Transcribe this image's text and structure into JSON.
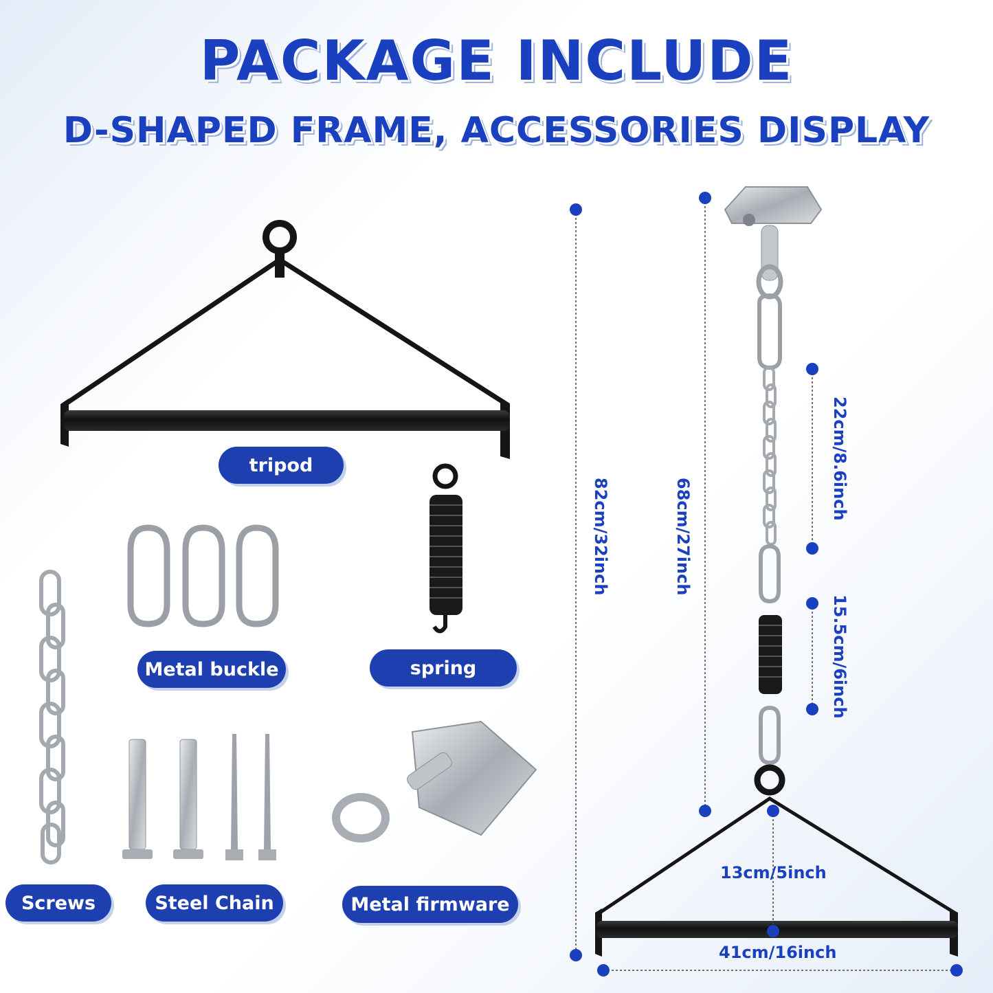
{
  "heading": {
    "line1": "PACKAGE INCLUDE",
    "line2": "D-SHAPED FRAME, ACCESSORIES DISPLAY"
  },
  "labels": {
    "tripod": "tripod",
    "metal_buckle": "Metal buckle",
    "spring": "spring",
    "screws": "Screws",
    "steel_chain": "Steel Chain",
    "metal_firmware": "Metal firmware"
  },
  "dimensions": {
    "total": "82cm/32inch",
    "hanger": "68cm/27inch",
    "chain": "22cm/8.6inch",
    "spring": "15.5cm/6inch",
    "frame_height": "13cm/5inch",
    "frame_width": "41cm/16inch"
  },
  "colors": {
    "accent": "#1a3fbf",
    "pill": "#1e3fb0",
    "frame": "#1b1b1b",
    "metal": "#b9bec4"
  }
}
